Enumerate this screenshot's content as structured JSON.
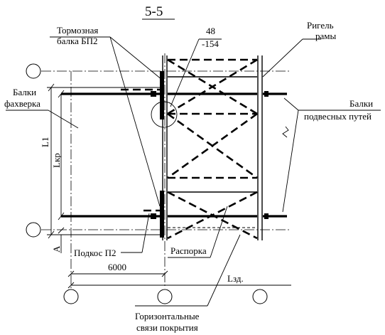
{
  "title": "5-5",
  "labels": {
    "brake_beam": [
      "Тормозная",
      "балка БП2"
    ],
    "frame_girder": [
      "Ригель",
      "рамы"
    ],
    "dim_top_1": "48",
    "dim_top_2": "-154",
    "fachwerk_beams": [
      "Балки",
      "фахверка"
    ],
    "suspended_beams": [
      "Балки",
      "подвесных путей"
    ],
    "l1": "L1",
    "lkr": "Lкр",
    "a": "A",
    "brace": "Подкос П2",
    "strut": "Распорка",
    "span_6000": "6000",
    "lzd": "Lзд.",
    "horizontal_ties": [
      "Горизонтальные",
      "связи покрытия"
    ]
  }
}
